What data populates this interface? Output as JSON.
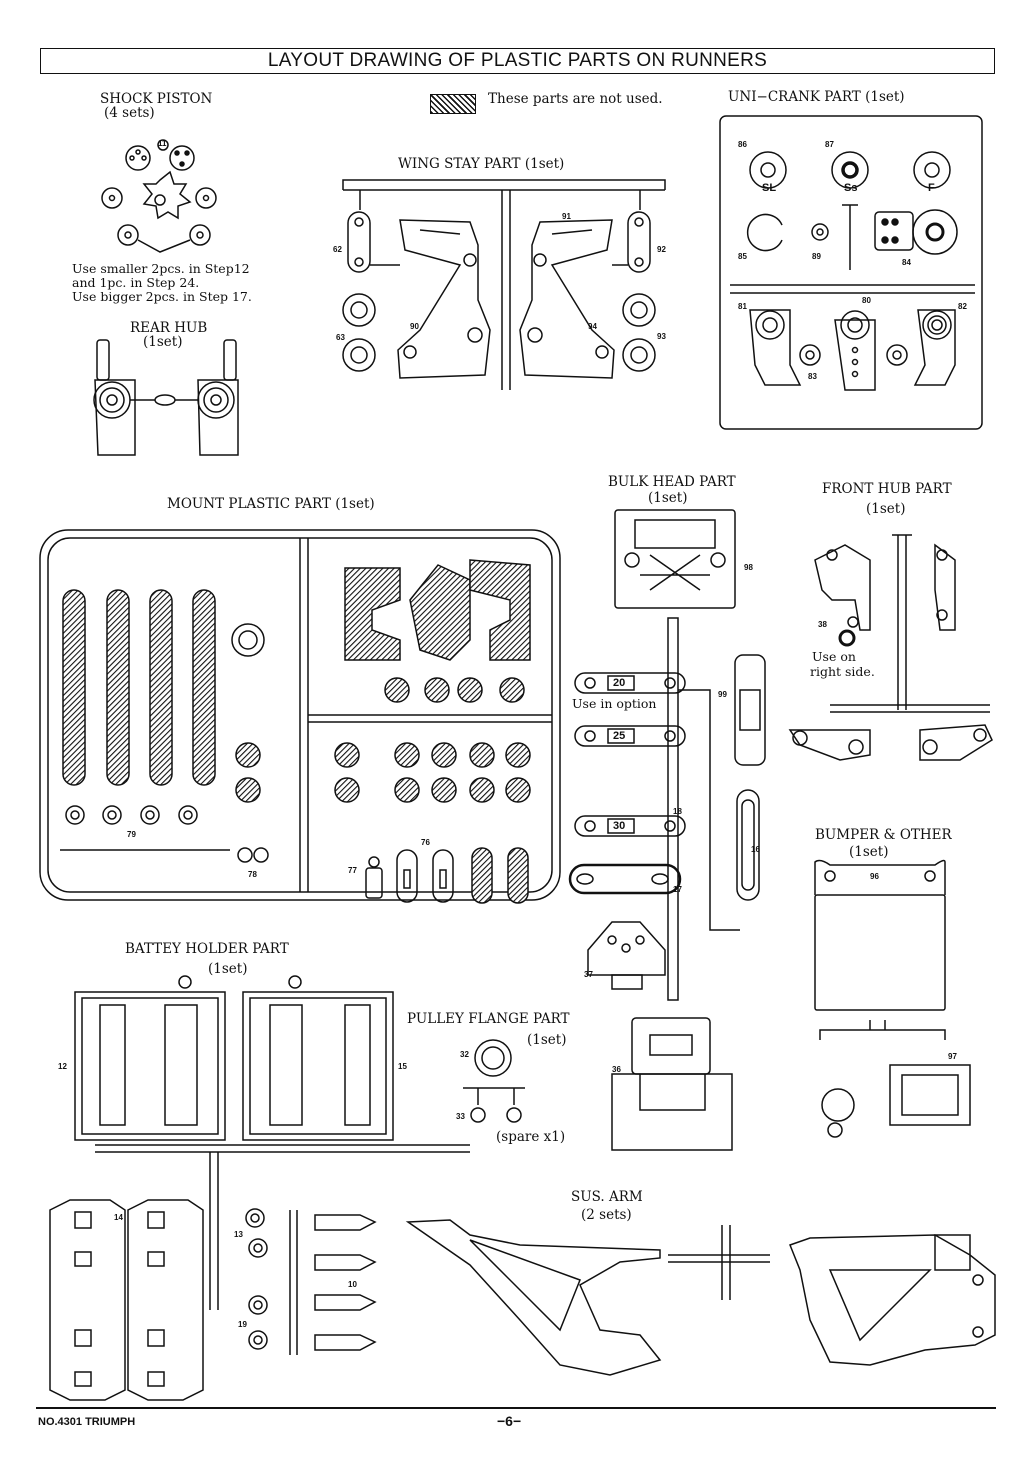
{
  "title": "LAYOUT DRAWING OF PLASTIC PARTS ON RUNNERS",
  "legend": {
    "text": "These parts are not used."
  },
  "shock_piston": {
    "label": "SHOCK PISTON",
    "qty": "(4 sets)",
    "note1": "Use smaller 2pcs. in Step12",
    "note2": "and 1pc. in Step 24.",
    "note3": "Use bigger 2pcs. in Step 17."
  },
  "rear_hub": {
    "label": "REAR HUB",
    "qty": "(1set)"
  },
  "wing_stay": {
    "label": "WING STAY PART (1set)"
  },
  "uni_crank": {
    "label": "UNI−CRANK PART (1set)",
    "mark_sl": "SL",
    "mark_ss": "Ss",
    "mark_f": "F"
  },
  "mount_plastic": {
    "label": "MOUNT PLASTIC PART (1set)"
  },
  "bulk_head": {
    "label": "BULK HEAD PART",
    "qty": "(1set)"
  },
  "front_hub": {
    "label": "FRONT HUB PART",
    "qty": "(1set)",
    "note1": "Use on",
    "note2": "right side."
  },
  "use_in_option": "Use in option",
  "plates": [
    "20",
    "25",
    "30"
  ],
  "bumper": {
    "label": "BUMPER & OTHER",
    "qty": "(1set)"
  },
  "battery_holder": {
    "label": "BATTEY HOLDER PART",
    "qty": "(1set)"
  },
  "pulley_flange": {
    "label": "PULLEY FLANGE PART",
    "qty": "(1set)",
    "spare": "(spare x1)"
  },
  "sus_arm": {
    "label": "SUS. ARM",
    "qty": "(2 sets)"
  },
  "part_numbers": {
    "p11": "11",
    "p62": "62",
    "p63": "63",
    "p90": "90",
    "p91": "91",
    "p92": "92",
    "p93": "93",
    "p94": "94",
    "p86": "86",
    "p87": "87",
    "p85": "85",
    "p89": "89",
    "p84": "84",
    "p81": "81",
    "p80": "80",
    "p82": "82",
    "p83": "83",
    "p79": "79",
    "p78": "78",
    "p77": "77",
    "p76": "76",
    "p98": "98",
    "p99": "99",
    "p18": "18",
    "p17": "17",
    "p16": "16",
    "p37": "37",
    "p38": "38",
    "p36": "36",
    "p32": "32",
    "p33": "33",
    "p12": "12",
    "p15": "15",
    "p14": "14",
    "p13": "13",
    "p10": "10",
    "p19": "19",
    "p96": "96",
    "p97": "97"
  },
  "footer": {
    "model": "NO.4301 TRIUMPH",
    "page": "−6−"
  },
  "colors": {
    "ink": "#111111",
    "paper": "#ffffff",
    "hatch": "#222222"
  }
}
